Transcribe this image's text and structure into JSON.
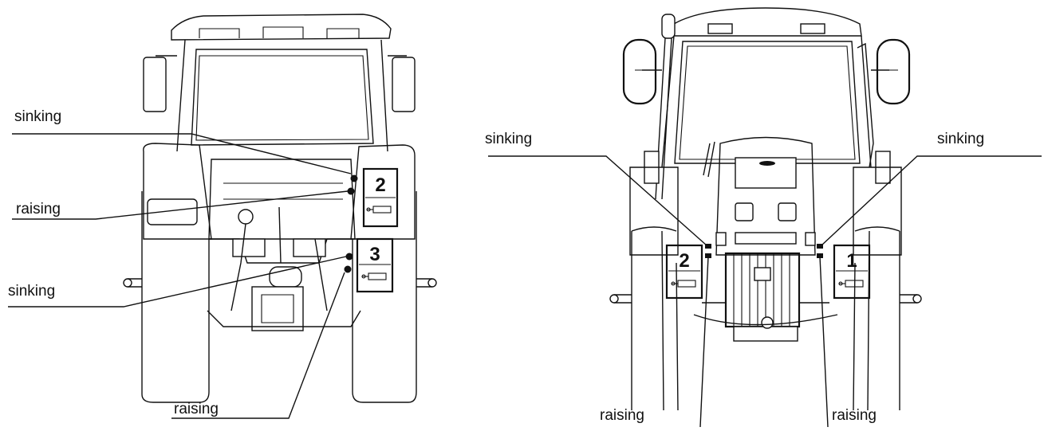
{
  "left_view": {
    "labels": {
      "sinking_top": "sinking",
      "raising_top": "raising",
      "sinking_bottom": "sinking",
      "raising_bottom": "raising"
    },
    "plates": {
      "upper": "2",
      "lower": "3"
    }
  },
  "right_view": {
    "labels": {
      "sinking_left": "sinking",
      "sinking_right": "sinking",
      "raising_left": "raising",
      "raising_right": "raising"
    },
    "plates": {
      "left": "2",
      "right": "1"
    }
  },
  "colors": {
    "line": "#111111",
    "background": "#ffffff"
  }
}
